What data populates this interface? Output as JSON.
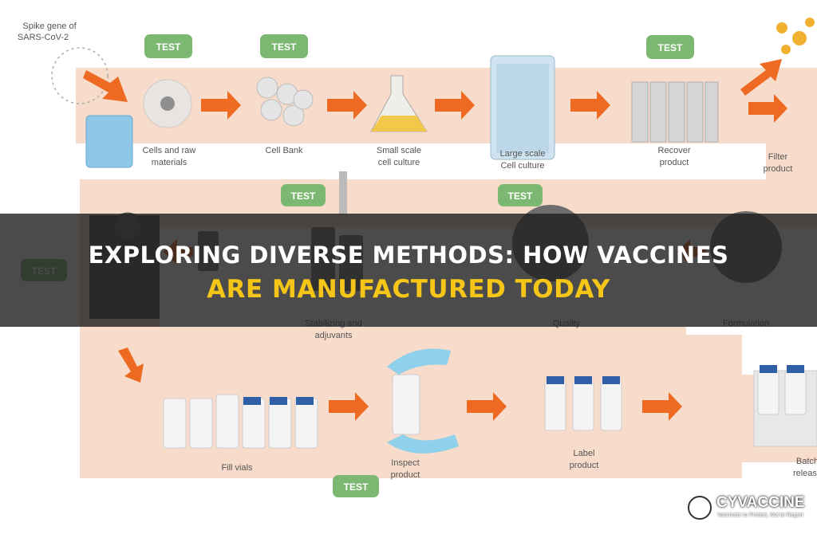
{
  "headline": {
    "line1": "EXPLORING DIVERSE METHODS: HOW VACCINES",
    "line2": "ARE MANUFACTURED TODAY"
  },
  "diagram": {
    "start_label": [
      "Spike gene of",
      "SARS-CoV-2"
    ],
    "test_label": "TEST",
    "steps": [
      {
        "id": "cells-raw",
        "lines": [
          "Cells and raw",
          "materials"
        ]
      },
      {
        "id": "cell-bank",
        "lines": [
          "Cell Bank"
        ]
      },
      {
        "id": "small-culture",
        "lines": [
          "Small scale",
          "cell culture"
        ]
      },
      {
        "id": "large-culture",
        "lines": [
          "Large scale",
          "Cell culture"
        ]
      },
      {
        "id": "recover",
        "lines": [
          "Recover",
          "product"
        ]
      },
      {
        "id": "filter",
        "lines": [
          "Filter",
          "product"
        ]
      },
      {
        "id": "formulation",
        "lines": [
          "Formulation"
        ]
      },
      {
        "id": "stabilizing",
        "lines": [
          "Stabilizing and",
          "adjuvants"
        ]
      },
      {
        "id": "quality",
        "lines": [
          "Quality"
        ]
      },
      {
        "id": "fill",
        "lines": [
          "Fill vials"
        ]
      },
      {
        "id": "inspect",
        "lines": [
          "Inspect",
          "product"
        ]
      },
      {
        "id": "label",
        "lines": [
          "Label",
          "product"
        ]
      },
      {
        "id": "batch",
        "lines": [
          "Batch",
          "release"
        ]
      }
    ]
  },
  "logo": {
    "name": "CYVACCINE",
    "tagline": "Vaccinate to Protect, Not to Regret"
  },
  "colors": {
    "path": "#f8dccb",
    "arrow": "#ee6a22",
    "test_badge": "#7db872",
    "headline_accent": "#f5c518"
  }
}
